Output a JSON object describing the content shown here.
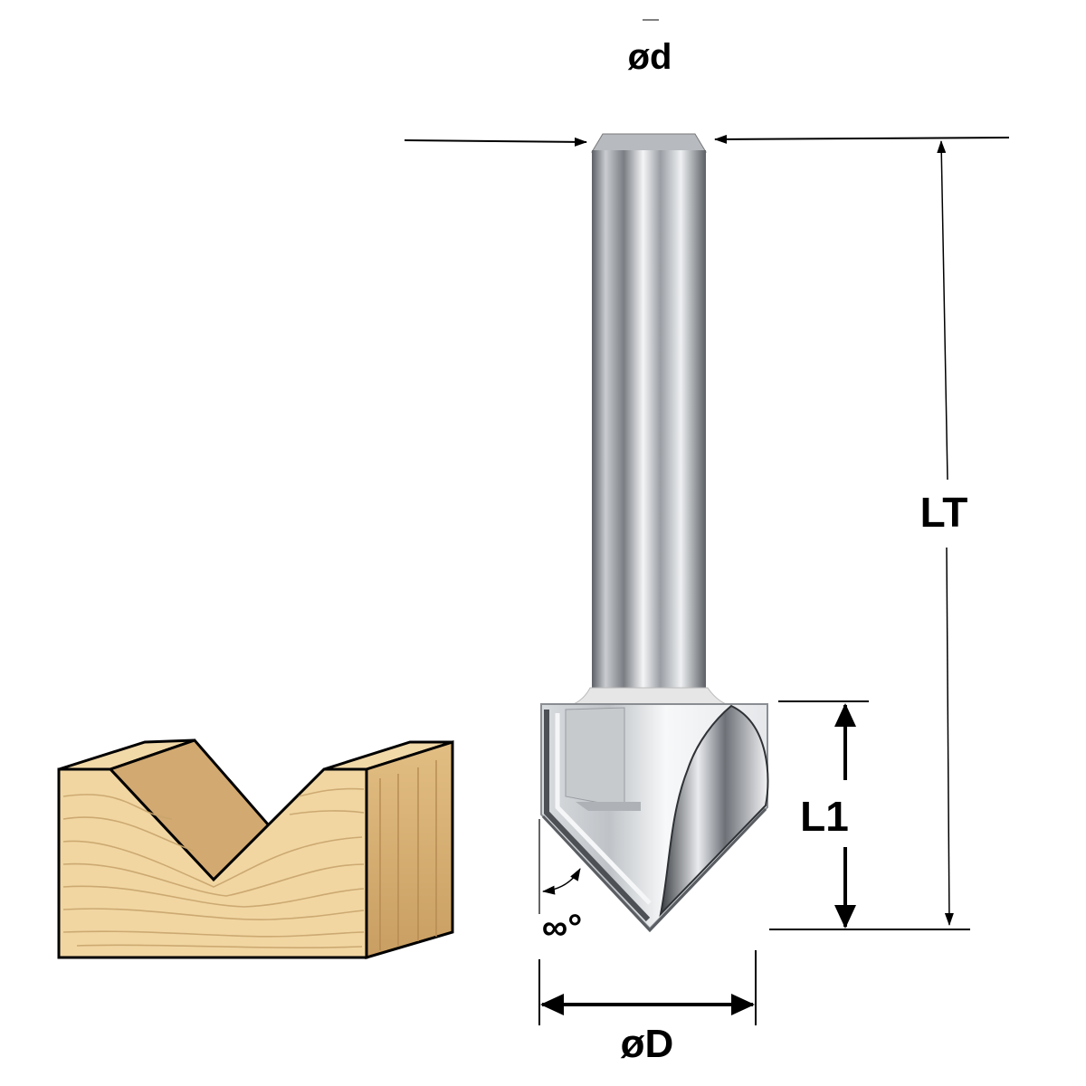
{
  "labels": {
    "shank_diameter": "ød",
    "total_length": "LT",
    "cutting_length": "L1",
    "cutting_diameter": "øD",
    "angle": "∞°"
  },
  "colors": {
    "steel_dark": "#6f7378",
    "steel_light": "#f2f4f6",
    "wood_face": "#f1d6a2",
    "wood_grain": "#c9a56c",
    "wood_side": "#dcb57a",
    "wood_groove": "#cfa36a",
    "outline": "#000000"
  }
}
